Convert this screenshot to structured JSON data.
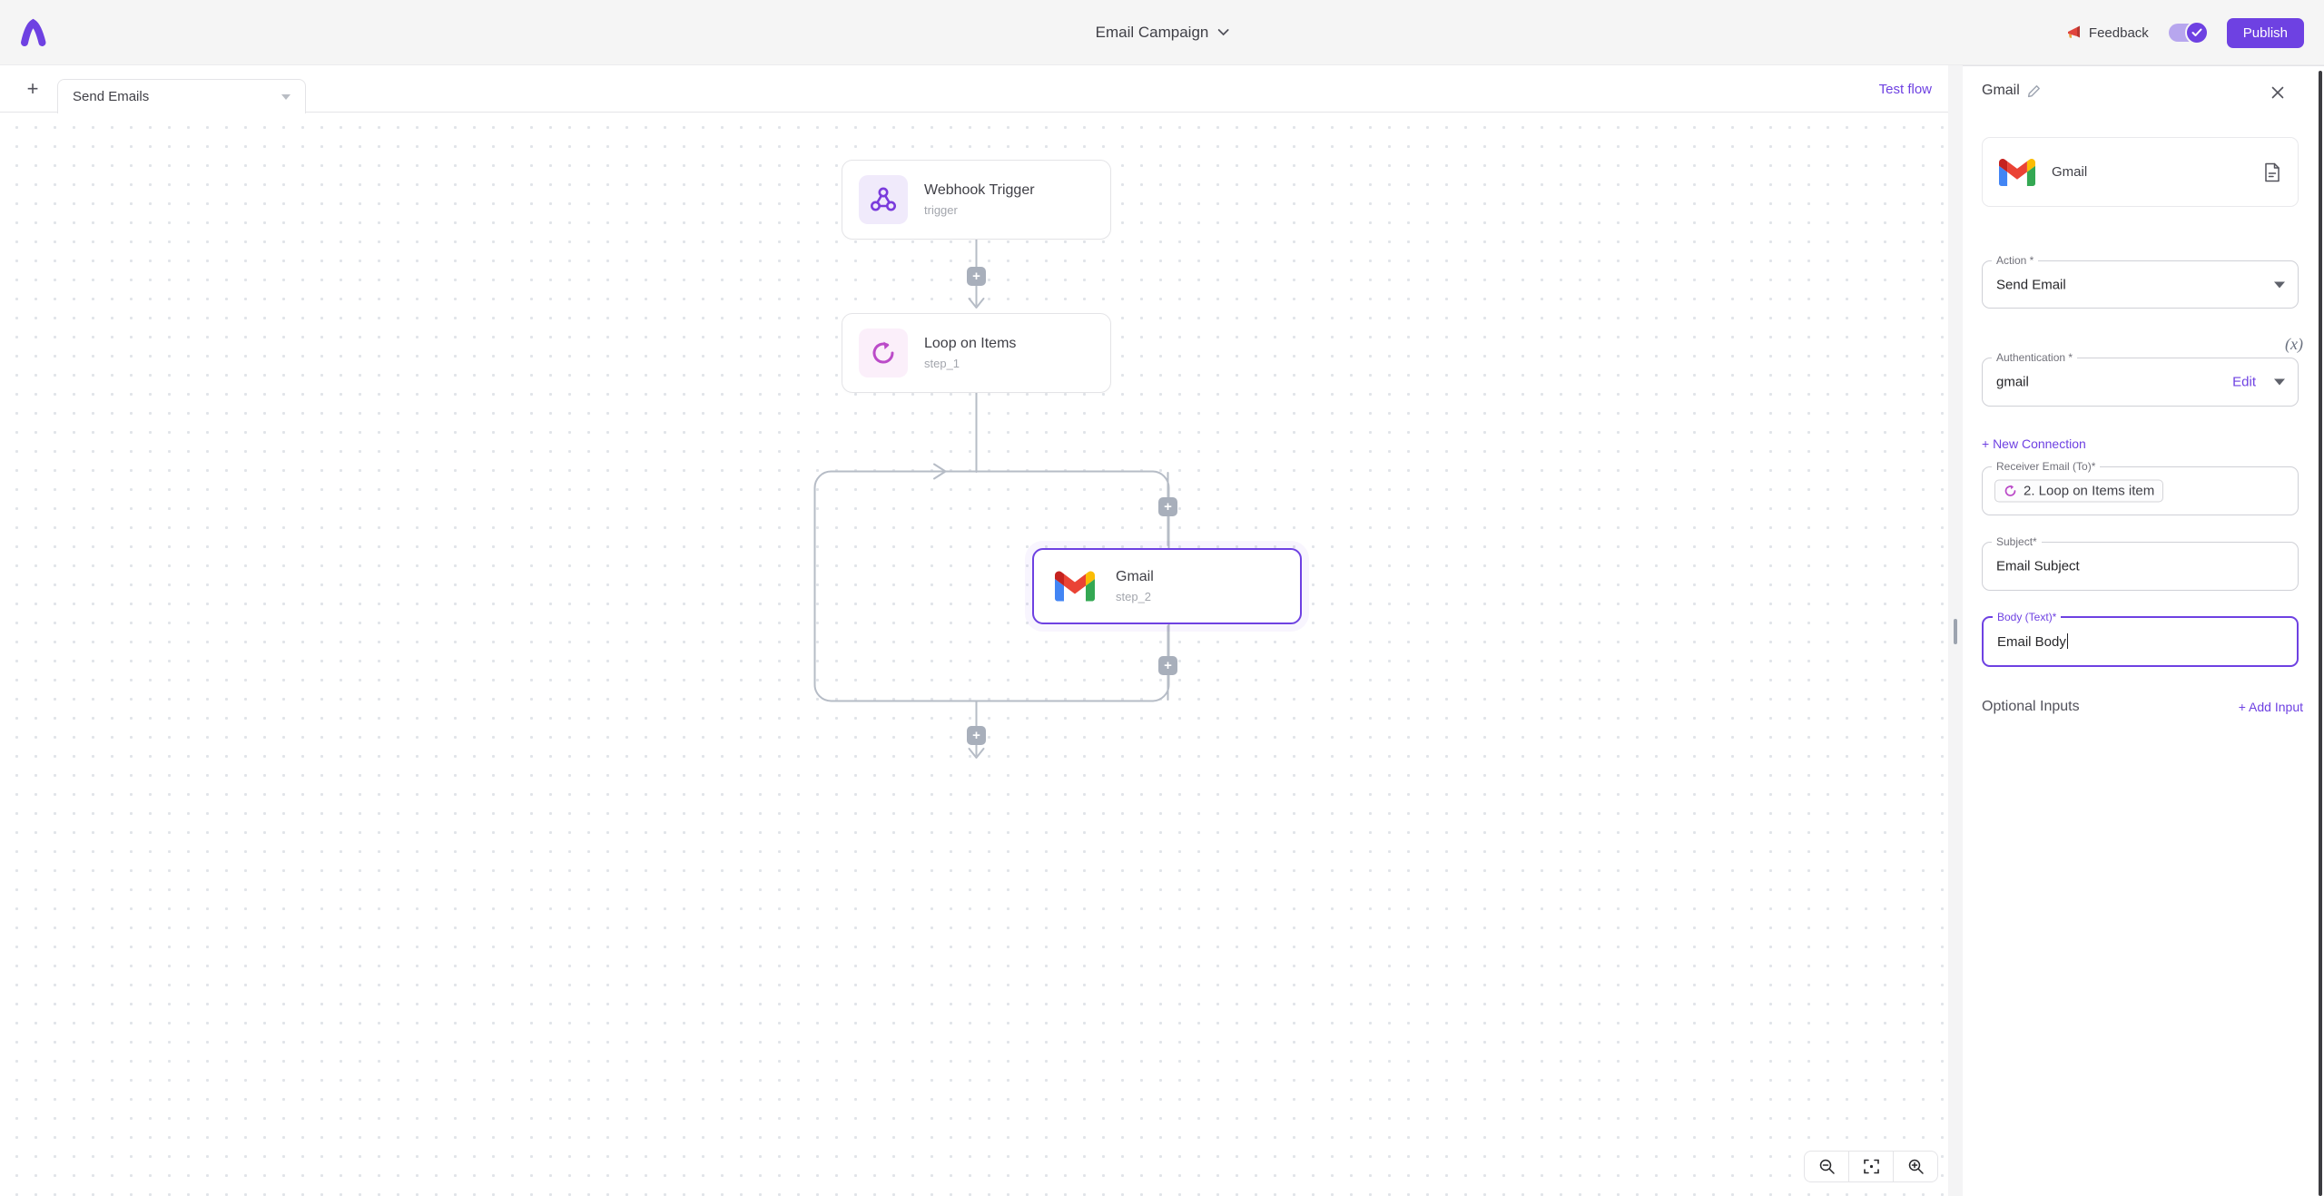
{
  "colors": {
    "accent": "#6e41e2",
    "loop_icon": "#bb4bc8",
    "connector": "#b6bcc6",
    "gmail_red": "#ea4335"
  },
  "header": {
    "title": "Email Campaign",
    "feedback_label": "Feedback",
    "publish_label": "Publish"
  },
  "canvas": {
    "tab": {
      "label": "Send Emails"
    },
    "add_flow_label": "+",
    "test_flow_label": "Test flow",
    "nodes": [
      {
        "title": "Webhook Trigger",
        "subtitle": "trigger"
      },
      {
        "title": "Loop on Items",
        "subtitle": "step_1"
      },
      {
        "title": "Gmail",
        "subtitle": "step_2"
      }
    ],
    "plus_label": "+",
    "zoom_controls": [
      "zoom-out",
      "fit-view",
      "zoom-in"
    ]
  },
  "panel": {
    "title": "Gmail",
    "piece": {
      "name": "Gmail"
    },
    "action": {
      "label": "Action *",
      "value": "Send Email"
    },
    "variable_hint": "(x)",
    "auth": {
      "label": "Authentication *",
      "value": "gmail",
      "edit_label": "Edit"
    },
    "new_connection_label": "+ New Connection",
    "receiver": {
      "label": "Receiver Email (To)*",
      "chip_label": "2. Loop on Items item"
    },
    "subject": {
      "label": "Subject*",
      "value": "Email Subject"
    },
    "body": {
      "label": "Body (Text)*",
      "value": "Email Body"
    },
    "optional_inputs_label": "Optional Inputs",
    "add_input_label": "+ Add Input"
  }
}
